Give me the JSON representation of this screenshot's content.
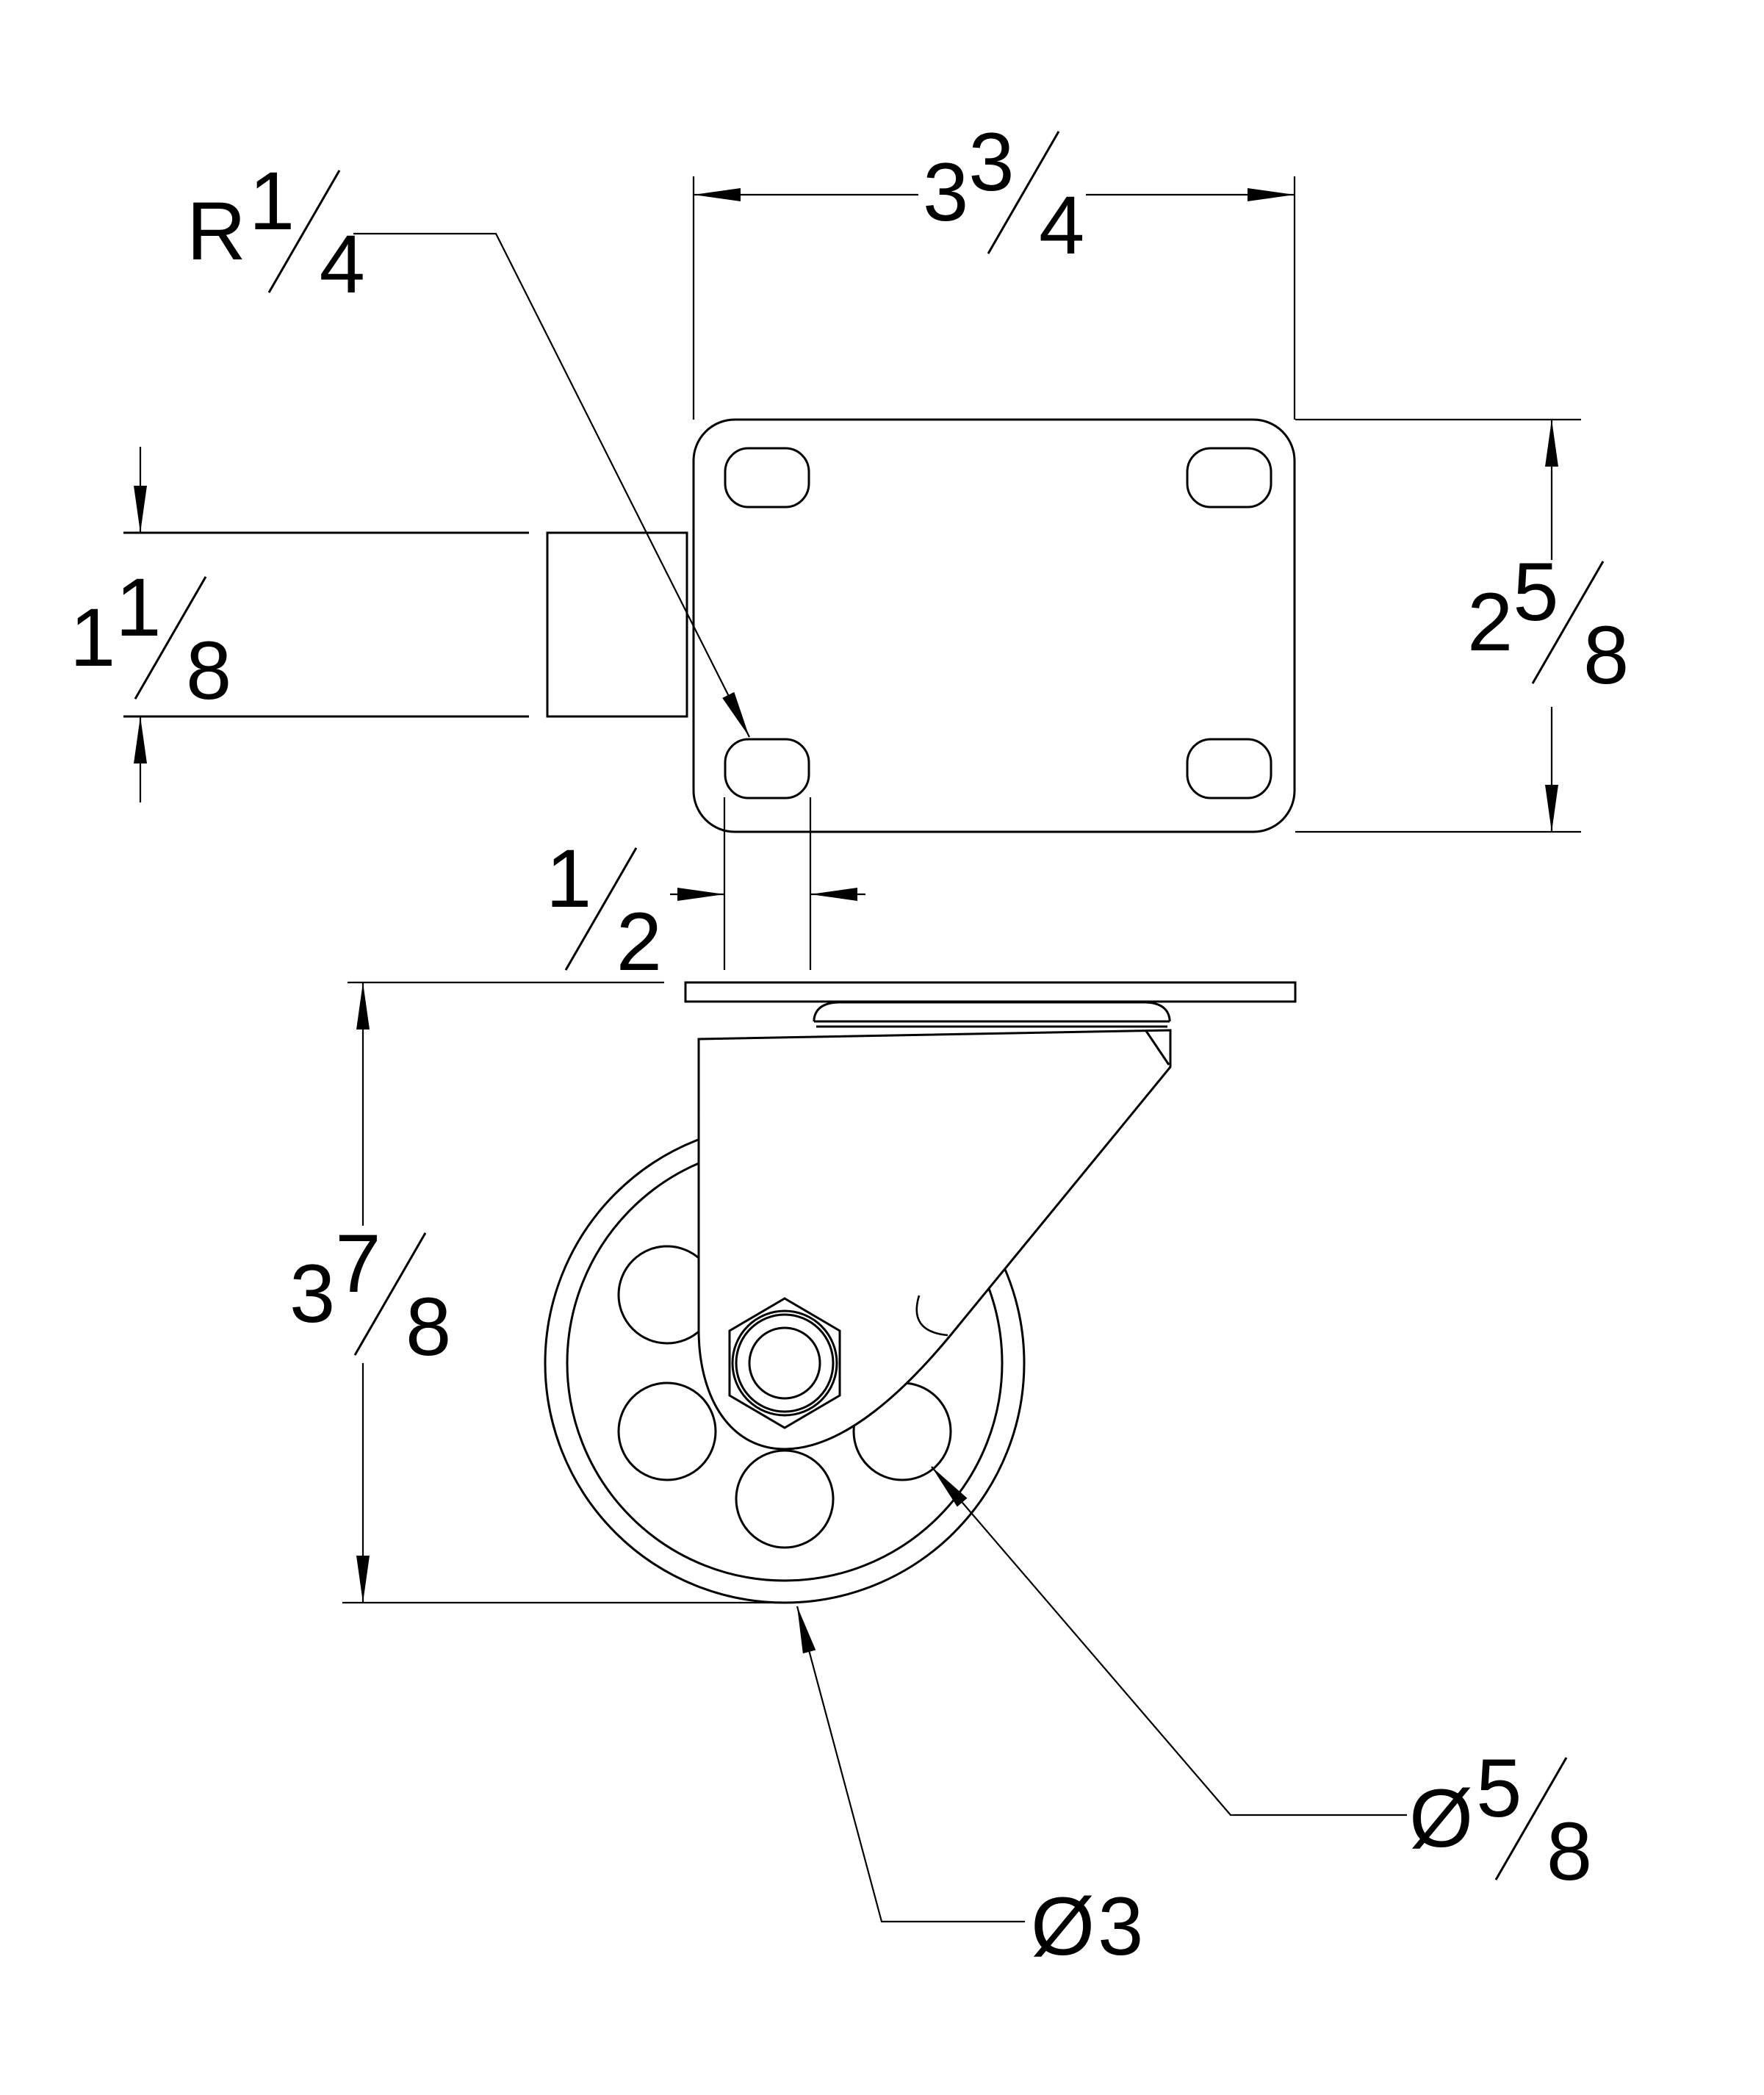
{
  "drawing": {
    "type": "engineering-drawing",
    "views": {
      "top_view": "caster mounting plate with four slotted holes and side bar",
      "side_view": "swivel caster with spoked wheel, fork and hex axle nut"
    },
    "dimensions": {
      "plate_width": {
        "whole": "3",
        "num": "3",
        "den": "4"
      },
      "plate_depth": {
        "whole": "2",
        "num": "5",
        "den": "8"
      },
      "mount_height": {
        "whole": "1",
        "num": "1",
        "den": "8"
      },
      "slot_width": {
        "num": "1",
        "den": "2"
      },
      "corner_radius": {
        "prefix": "R",
        "num": "1",
        "den": "4"
      },
      "overall_height": {
        "whole": "3",
        "num": "7",
        "den": "8"
      },
      "hole_diameter": {
        "prefix": "Ø",
        "num": "5",
        "den": "8"
      },
      "wheel_diameter": {
        "prefix": "Ø",
        "whole": "3"
      }
    },
    "line_color": "#000000",
    "background_color": "#ffffff"
  }
}
